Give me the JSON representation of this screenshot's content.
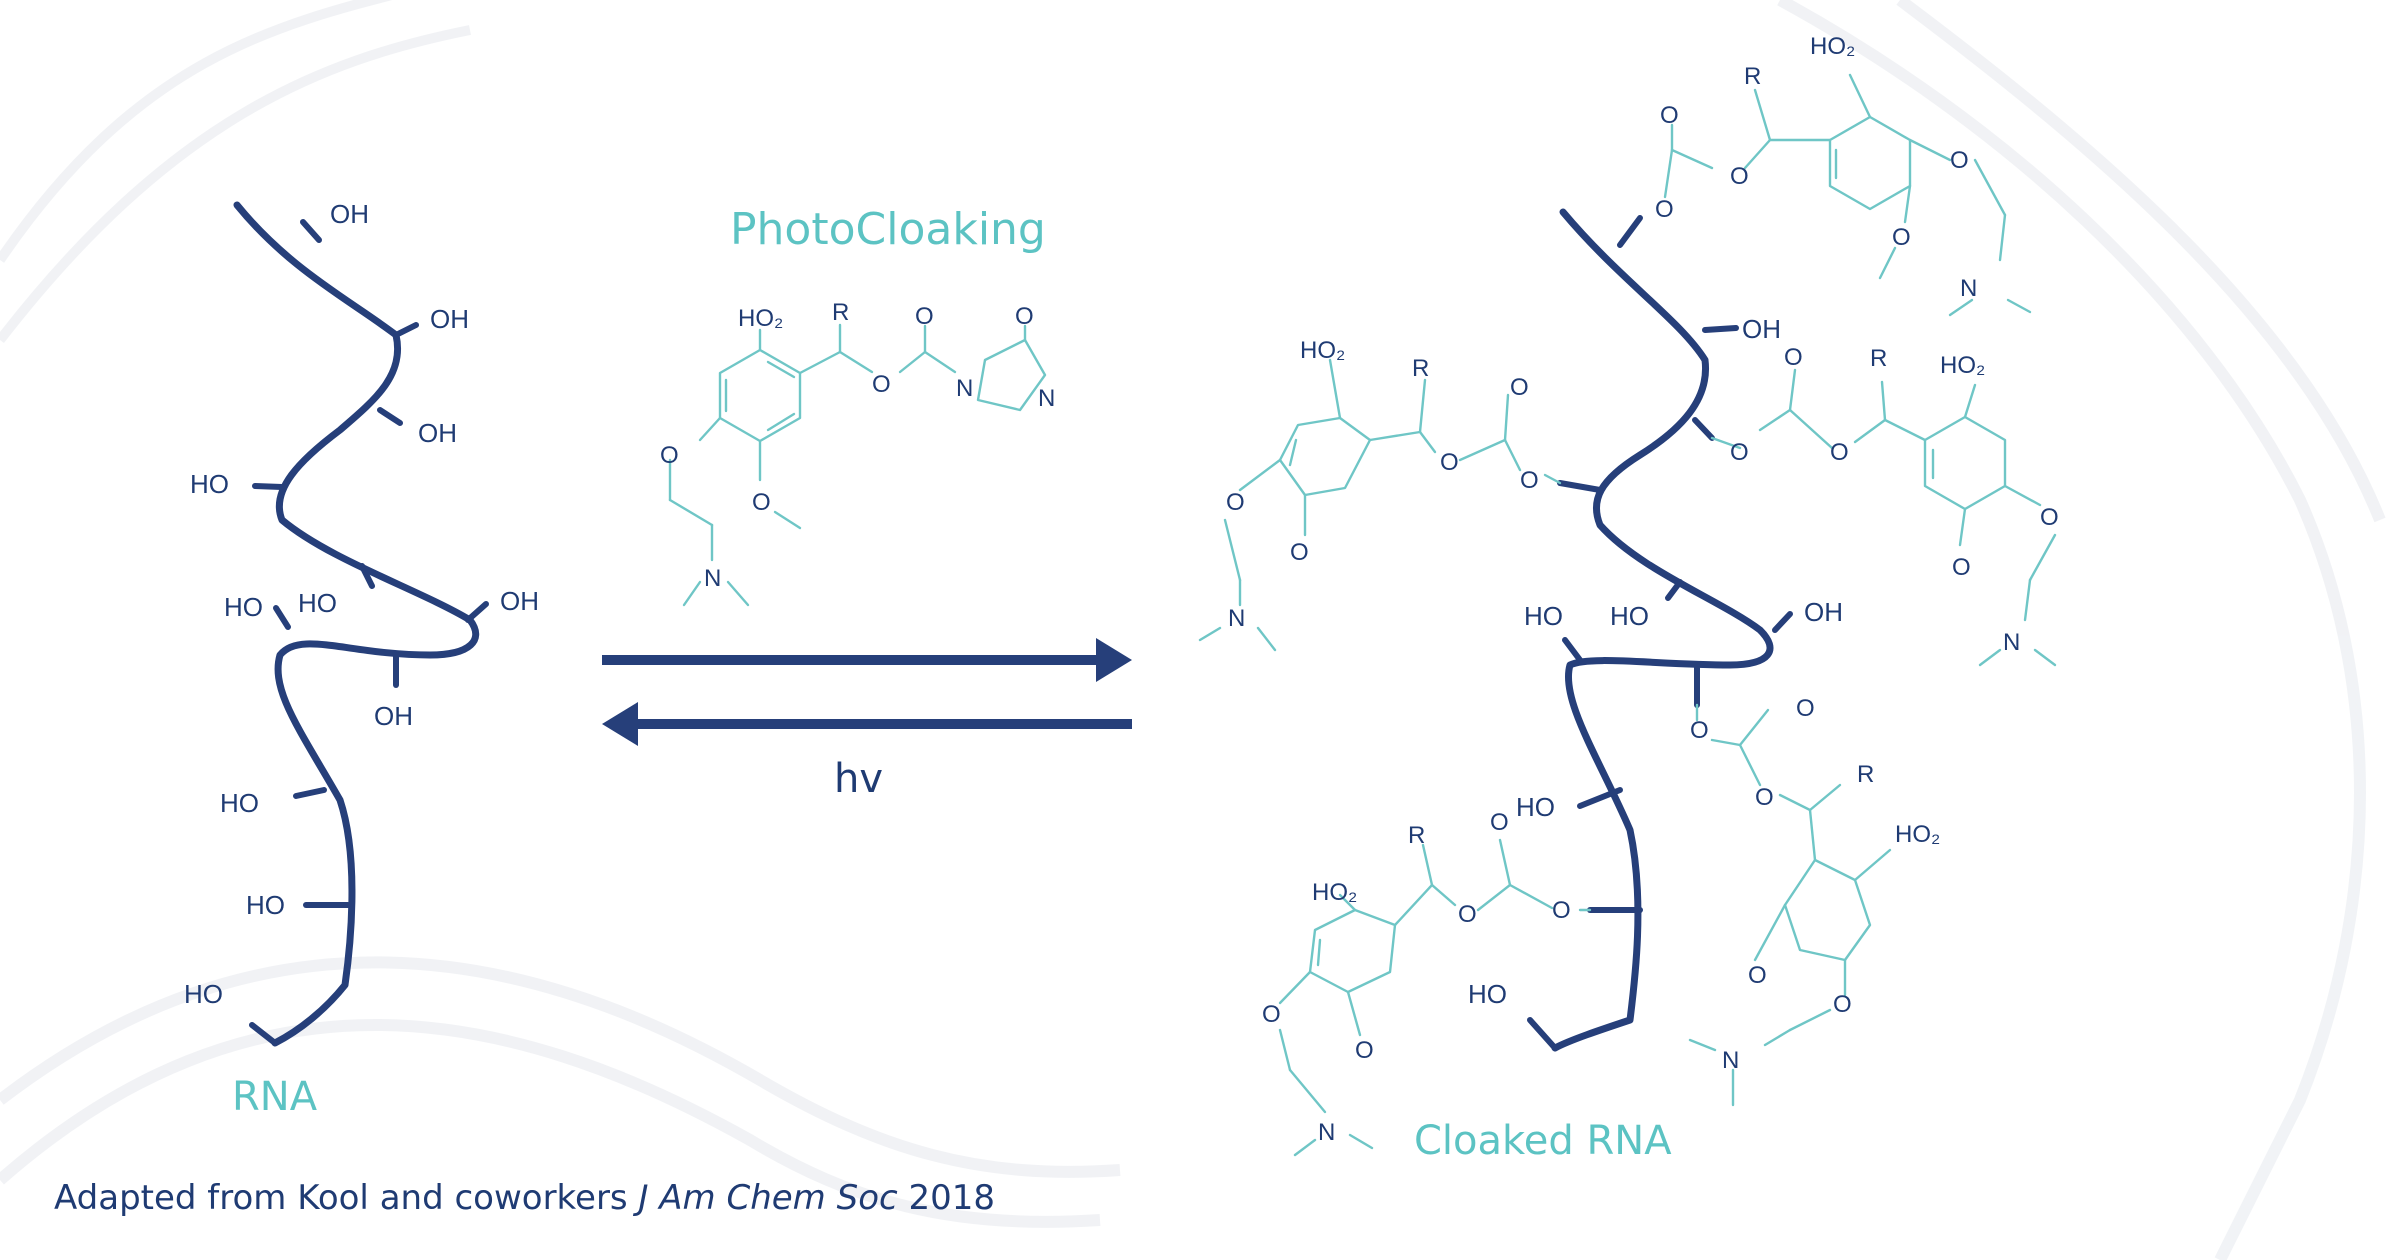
{
  "titles": {
    "photocloaking": "PhotoCloaking",
    "rna": "RNA",
    "cloaked_rna": "Cloaked RNA"
  },
  "reaction": {
    "condition": "hv"
  },
  "citation": {
    "prefix": "Adapted from Kool and coworkers ",
    "journal": "J Am Chem Soc",
    "year": " 2018"
  },
  "atoms": {
    "oh": "OH",
    "ho": "HO",
    "o": "O",
    "n": "N",
    "r": "R",
    "ho2": "HO₂"
  },
  "colors": {
    "navy": "#263f7a",
    "teal": "#5cc3c3",
    "helix": "#e6e9ee"
  }
}
